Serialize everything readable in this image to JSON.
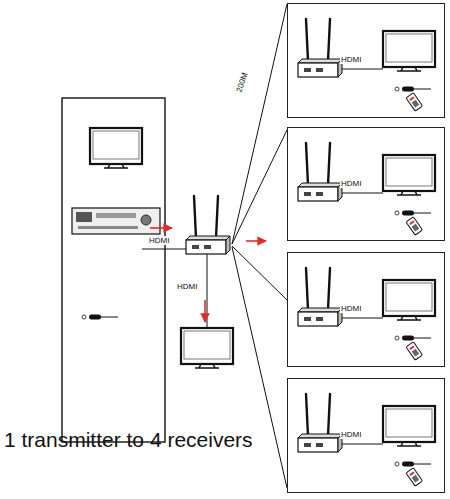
{
  "diagram": {
    "caption": "1 transmitter to 4 receivers",
    "nodes": [
      {
        "text": [
          "HDMI"
        ]
      },
      {
        "text": [
          "HDMI"
        ]
      },
      {
        "text": [
          "HDMI"
        ]
      },
      {
        "text": [
          "HDMI"
        ]
      }
    ],
    "labels": [
      "HDMI",
      "HDMI",
      "200M"
    ]
  }
}
